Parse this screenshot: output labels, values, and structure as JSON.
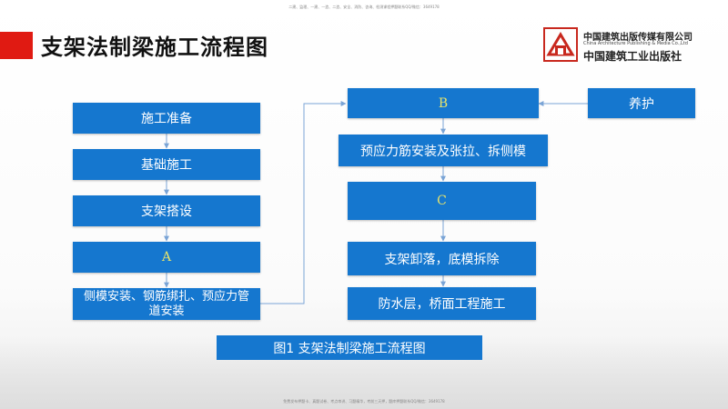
{
  "top_note": "二建、监理、一建、一造、二造、安全、消防、咨询、检测课程押题联系QQ/微信：3649178",
  "bottom_note": "免费发布押题卡、真题试卷、考点串讲、习题精华，考前三天押，题库押题联系QQ/微信：3649178",
  "title": "支架法制梁施工流程图",
  "logo": {
    "name_cn": "中国建筑出版传媒有限公司",
    "name_en": "China Architecture Publishing & Media Co.,Ltd",
    "sub_cn": "中国建筑工业出版社"
  },
  "left_steps": [
    "施工准备",
    "基础施工",
    "支架搭设",
    "A",
    "侧模安装、钢筋绑扎、预应力管道安装"
  ],
  "right_steps": [
    "B",
    "预应力筋安装及张拉、拆侧模",
    "C",
    "支架卸落，底模拆除",
    "防水层，桥面工程施工"
  ],
  "side_step": "养护",
  "caption": "图1  支架法制梁施工流程图",
  "colors": {
    "box": "#1577cf",
    "accent": "#e01a12",
    "letter": "#e7e36b"
  }
}
